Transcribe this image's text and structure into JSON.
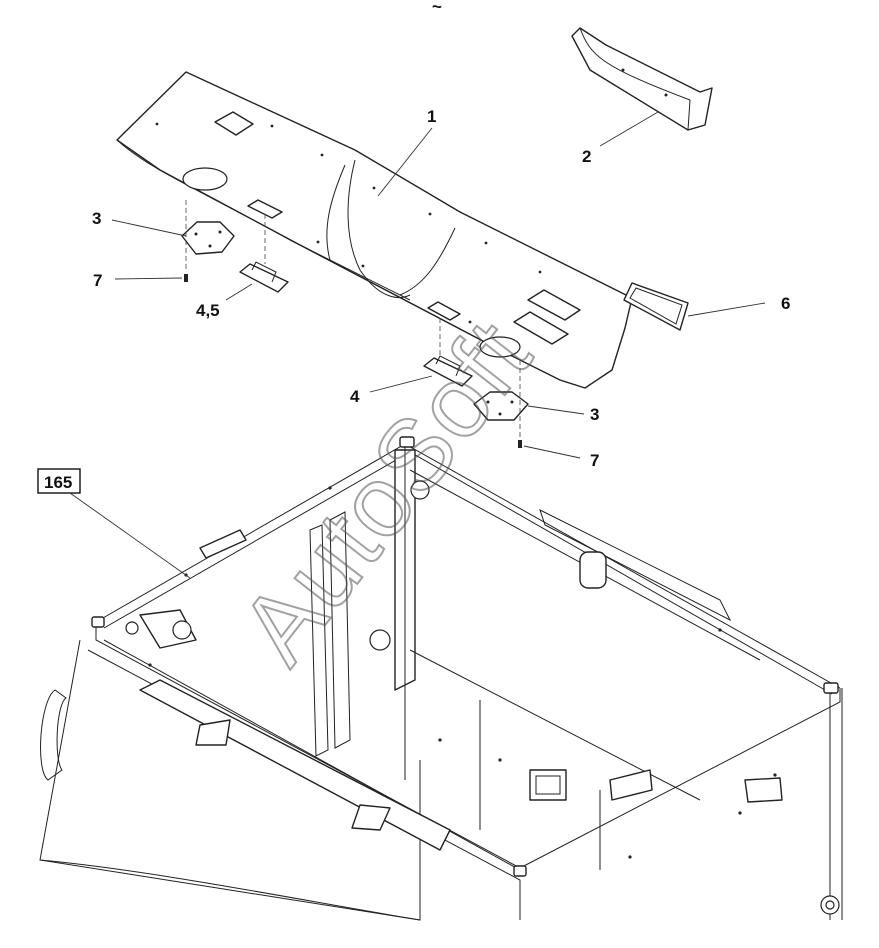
{
  "top_mark": "~",
  "callouts": {
    "c1": "1",
    "c2": "2",
    "c3a": "3",
    "c3b": "3",
    "c4": "4",
    "c45": "4,5",
    "c6": "6",
    "c7a": "7",
    "c7b": "7"
  },
  "reference_box": "165",
  "watermark": "AutoSoft",
  "colors": {
    "line": "#222222",
    "background": "#ffffff",
    "watermark": "#555555"
  }
}
